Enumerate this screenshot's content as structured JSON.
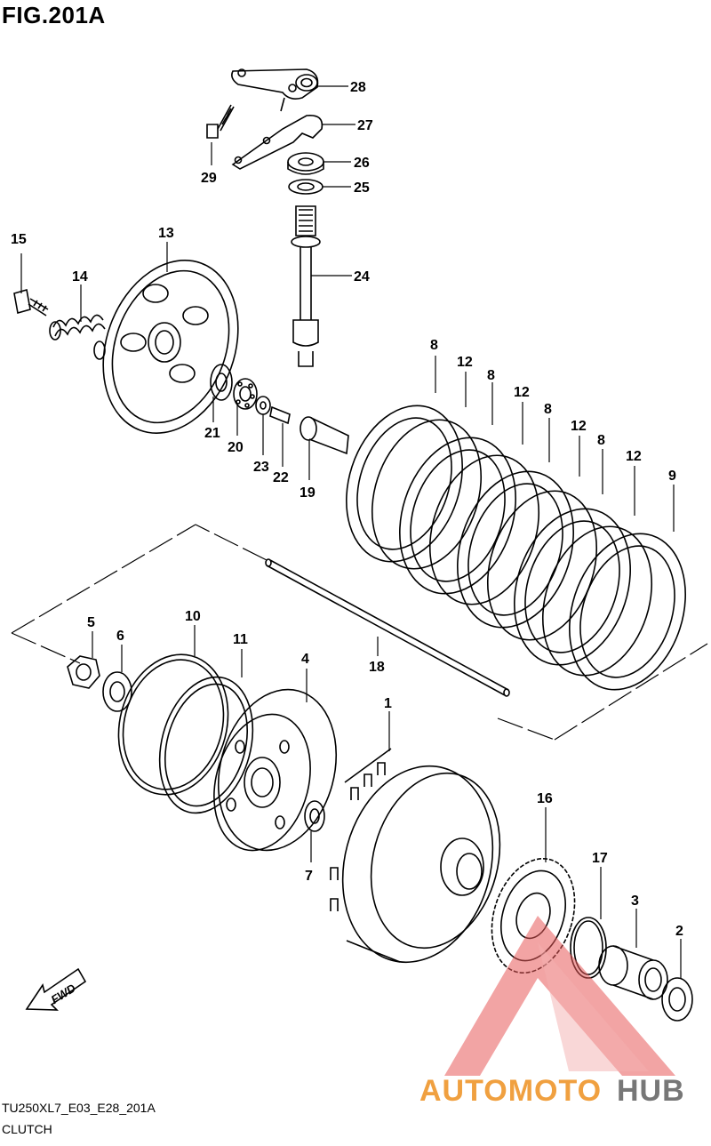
{
  "figure": {
    "title": "FIG.201A",
    "model_code": "TU250XL7_E03_E28_201A",
    "name": "CLUTCH"
  },
  "direction_marker": "FWD",
  "watermark": {
    "part1": "AUTOMOTO",
    "part2": "HUB"
  },
  "callouts": [
    {
      "id": "1",
      "part": "clutch-housing"
    },
    {
      "id": "2",
      "part": "washer"
    },
    {
      "id": "3",
      "part": "spacer"
    },
    {
      "id": "4",
      "part": "clutch-sleeve-hub"
    },
    {
      "id": "5",
      "part": "nut"
    },
    {
      "id": "6",
      "part": "lock-washer"
    },
    {
      "id": "7",
      "part": "washer"
    },
    {
      "id": "8",
      "part": "drive-plate"
    },
    {
      "id": "9",
      "part": "drive-plate"
    },
    {
      "id": "10",
      "part": "spring-washer"
    },
    {
      "id": "11",
      "part": "spring-washer-seat"
    },
    {
      "id": "12",
      "part": "driven-plate"
    },
    {
      "id": "13",
      "part": "pressure-plate"
    },
    {
      "id": "14",
      "part": "clutch-spring"
    },
    {
      "id": "15",
      "part": "bolt"
    },
    {
      "id": "16",
      "part": "primary-driven-gear"
    },
    {
      "id": "17",
      "part": "o-ring"
    },
    {
      "id": "18",
      "part": "push-rod"
    },
    {
      "id": "19",
      "part": "push-piece"
    },
    {
      "id": "20",
      "part": "bearing"
    },
    {
      "id": "21",
      "part": "washer"
    },
    {
      "id": "22",
      "part": "push-piece-pin"
    },
    {
      "id": "23",
      "part": "washer"
    },
    {
      "id": "24",
      "part": "release-camshaft"
    },
    {
      "id": "25",
      "part": "oil-seal"
    },
    {
      "id": "26",
      "part": "bearing"
    },
    {
      "id": "27",
      "part": "return-spring"
    },
    {
      "id": "28",
      "part": "release-arm"
    },
    {
      "id": "29",
      "part": "bolt"
    }
  ]
}
